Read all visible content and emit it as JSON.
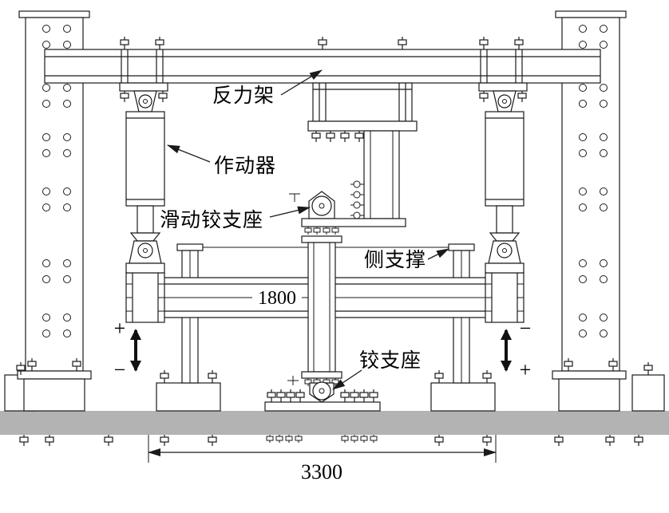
{
  "diagram": {
    "callouts": {
      "reaction_frame": "反力架",
      "actuator": "作动器",
      "sliding_hinge": "滑动铰支座",
      "lateral_support": "侧支撑",
      "hinge": "铰支座"
    },
    "dimensions": {
      "beam_span": "1800",
      "base_span": "3300"
    },
    "load_signs": {
      "left_top": "+",
      "left_bottom": "−",
      "right_top": "−",
      "right_bottom": "+"
    },
    "colors": {
      "line": "#1a1a1a",
      "foundation": "#b3b3b3",
      "background": "#ffffff"
    }
  }
}
